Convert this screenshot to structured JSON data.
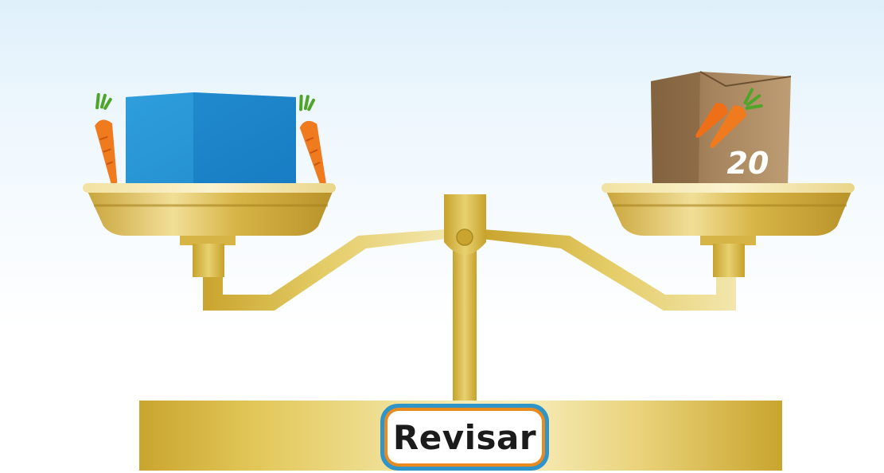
{
  "scale": {
    "left_pan": {
      "items": [
        "carrot",
        "block",
        "carrot"
      ]
    },
    "right_pan": {
      "bag": {
        "label": "20",
        "icon": "carrot-icon"
      }
    }
  },
  "check_button": {
    "label": "Revisar"
  },
  "colors": {
    "gold": "#d9b73e",
    "block": "#1e8fd3",
    "bag": "#a6845d",
    "button_outer": "#2f95c9",
    "button_ring": "#e98a1f"
  }
}
